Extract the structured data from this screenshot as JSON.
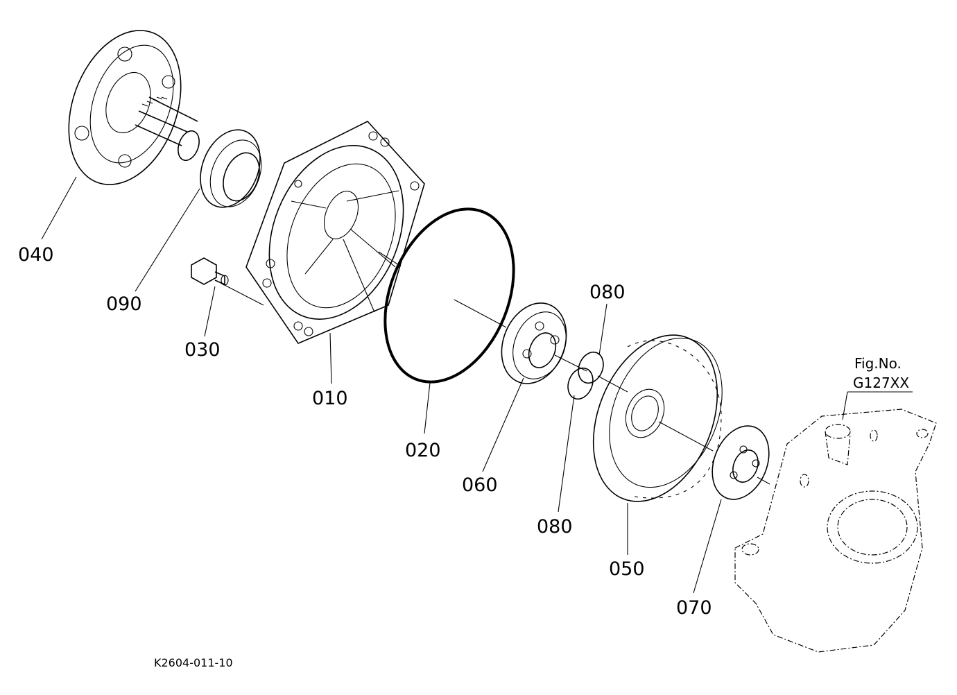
{
  "diagram": {
    "parts": [
      {
        "id": "p040",
        "label": "040"
      },
      {
        "id": "p090",
        "label": "090"
      },
      {
        "id": "p030",
        "label": "030"
      },
      {
        "id": "p010",
        "label": "010"
      },
      {
        "id": "p020",
        "label": "020"
      },
      {
        "id": "p060",
        "label": "060"
      },
      {
        "id": "p080a",
        "label": "080"
      },
      {
        "id": "p080b",
        "label": "080"
      },
      {
        "id": "p050",
        "label": "050"
      },
      {
        "id": "p070",
        "label": "070"
      }
    ],
    "figure_ref_line1": "Fig.No.",
    "figure_ref_line2": "G127XX",
    "drawing_code": "K2604-011-10"
  }
}
